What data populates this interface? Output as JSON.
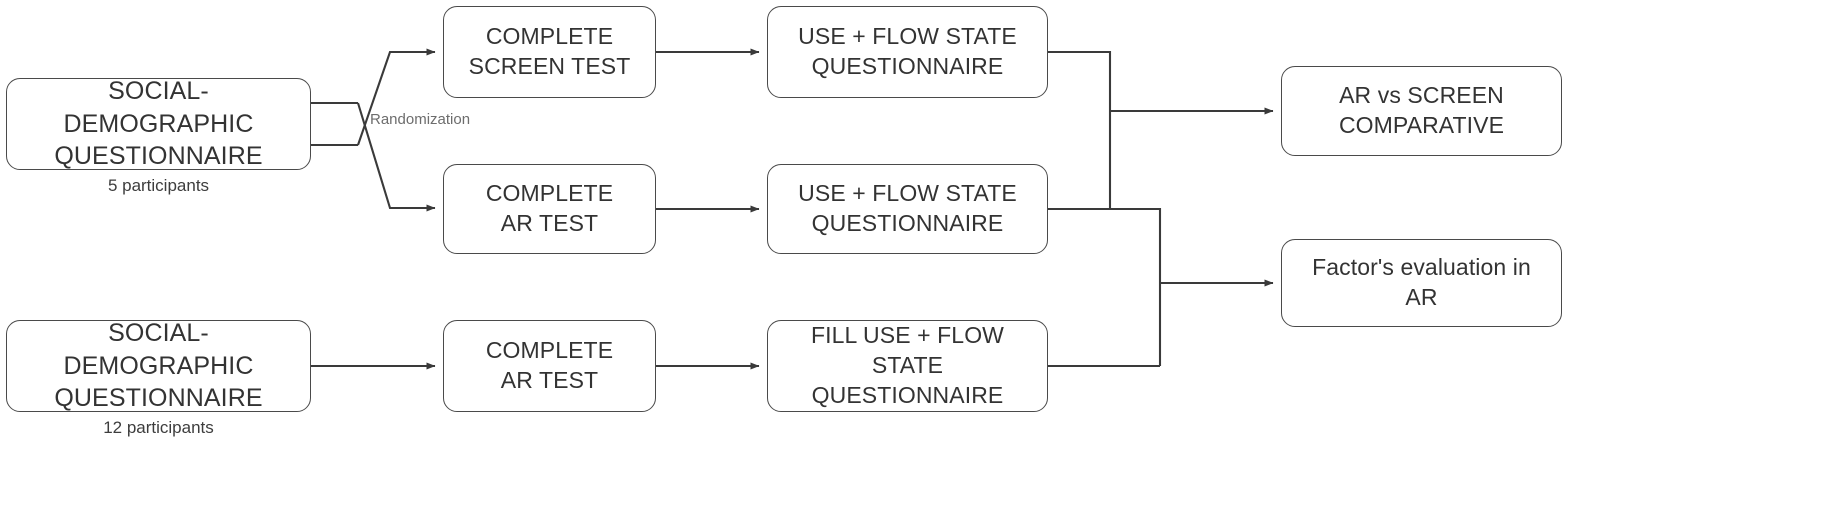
{
  "diagram": {
    "title": "Study procedure flowchart",
    "stroke_color": "#4a4a4a",
    "text_color": "#333333",
    "label_color": "#6d6d6d",
    "background": "#ffffff",
    "nodes": {
      "sd_questionnaire_top": "SOCIAL-DEMOGRAPHIC\nQUESTIONNAIRE",
      "complete_screen_test": "COMPLETE\nSCREEN TEST",
      "use_flow_questionnaire_1": "USE + FLOW STATE\nQUESTIONNAIRE",
      "complete_ar_test_1": "COMPLETE\nAR TEST",
      "use_flow_questionnaire_2": "USE + FLOW STATE\nQUESTIONNAIRE",
      "sd_questionnaire_bottom": "SOCIAL-DEMOGRAPHIC\nQUESTIONNAIRE",
      "complete_ar_test_2": "COMPLETE\nAR TEST",
      "fill_use_flow_questionnaire": "FILL USE + FLOW STATE\nQUESTIONNAIRE",
      "ar_vs_screen_comparative": "AR vs SCREEN\nCOMPARATIVE",
      "factor_evaluation_ar": "Factor's evaluation in\nAR"
    },
    "captions": {
      "participants_top": "5 participants",
      "participants_bottom": "12 participants"
    },
    "edge_labels": {
      "randomization": "Randomization"
    }
  }
}
